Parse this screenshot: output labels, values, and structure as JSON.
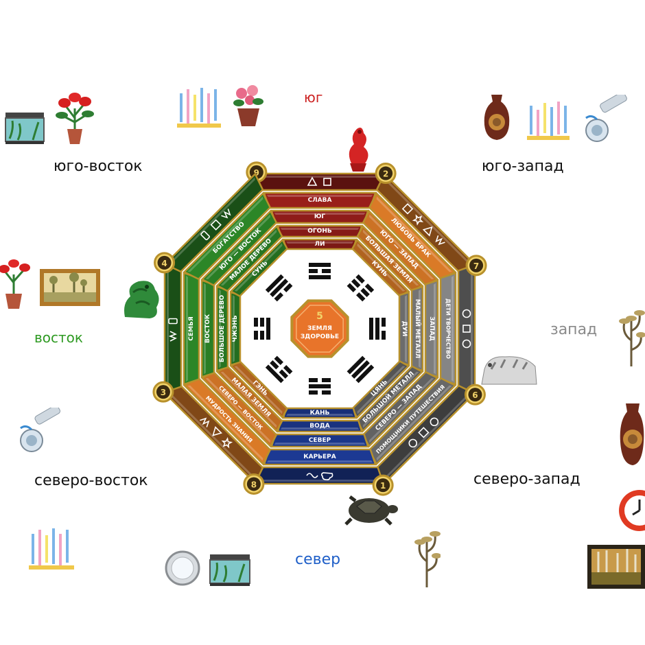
{
  "directions": {
    "south": "юг",
    "southeast": "юго-восток",
    "southwest": "юго-запад",
    "east": "восток",
    "west": "запад",
    "northeast": "северо-восток",
    "northwest": "северо-запад",
    "north": "север"
  },
  "center": {
    "number": "5",
    "line1": "ЗЕМЛЯ",
    "line2": "ЗДОРОВЬЕ"
  },
  "sectors": [
    {
      "id": "S",
      "number": "9",
      "color": "#a3211c",
      "bands": [
        "СЛАВА",
        "ЮГ",
        "ОГОНЬ",
        "ЛИ"
      ],
      "outer_symbols": [
        "triangle-icon",
        "square-icon"
      ]
    },
    {
      "id": "SW",
      "number": "2",
      "color": "#e8822a",
      "bands": [
        "ЛЮБОВЬ БРАК",
        "ЮГО — ЗАПАД",
        "БОЛЬШАЯ ЗЕМЛЯ",
        "КУНЬ"
      ],
      "outer_symbols": [
        "square-icon",
        "star-icon",
        "triangle-icon",
        "zigzag-icon"
      ]
    },
    {
      "id": "W",
      "number": "7",
      "color": "#8e8e8e",
      "bands": [
        "ДЕТИ ТВОРЧЕСТВО",
        "ЗАПАД",
        "МАЛЫЙ МЕТАЛЛ",
        "ДУИ"
      ],
      "outer_symbols": [
        "circle-icon",
        "square-icon",
        "circle-icon"
      ]
    },
    {
      "id": "NW",
      "number": "6",
      "color": "#6f6f6f",
      "bands": [
        "ПОМОЩНИКИ ПУТЕШЕСТВИЯ",
        "СЕВЕРО — ЗАПАД",
        "БОЛЬШОЙ МЕТАЛЛ",
        "ЦЯНЬ"
      ],
      "outer_symbols": [
        "circle-icon",
        "square-icon",
        "circle-icon"
      ]
    },
    {
      "id": "N",
      "number": "1",
      "color": "#1e3d9c",
      "bands": [
        "КАРЬЕРА",
        "СЕВЕР",
        "ВОДА",
        "КАНЬ"
      ],
      "outer_symbols": [
        "cloud-icon",
        "wave-icon"
      ]
    },
    {
      "id": "NE",
      "number": "8",
      "color": "#e8822a",
      "bands": [
        "МУДРОСТЬ ЗНАНИЯ",
        "СЕВЕРО — ВОСТОК",
        "МАЛАЯ ЗЕМЛЯ",
        "ГЭНЬ"
      ],
      "outer_symbols": [
        "star-icon",
        "triangle-icon",
        "zigzag-icon"
      ]
    },
    {
      "id": "E",
      "number": "3",
      "color": "#2f8f2a",
      "bands": [
        "СЕМЬЯ",
        "ВОСТОК",
        "БОЛЬШОЕ ДЕРЕВО",
        "ЧЖЭНЬ"
      ],
      "outer_symbols": [
        "zigzag-icon",
        "rectangle-icon"
      ]
    },
    {
      "id": "SE",
      "number": "4",
      "color": "#2f8f2a",
      "bands": [
        "БОГАТСТВО",
        "ЮГО — ВОСТОК",
        "МАЛОЕ ДЕРЕВО",
        "СУНЬ"
      ],
      "outer_symbols": [
        "rectangle-icon",
        "square-icon",
        "zigzag-icon"
      ]
    }
  ],
  "trigrams": [
    {
      "id": "S",
      "lines": [
        1,
        0,
        1
      ]
    },
    {
      "id": "SW",
      "lines": [
        0,
        0,
        0
      ]
    },
    {
      "id": "W",
      "lines": [
        0,
        1,
        1
      ]
    },
    {
      "id": "NW",
      "lines": [
        1,
        1,
        1
      ]
    },
    {
      "id": "N",
      "lines": [
        0,
        1,
        0
      ]
    },
    {
      "id": "NE",
      "lines": [
        1,
        0,
        0
      ]
    },
    {
      "id": "E",
      "lines": [
        0,
        0,
        1
      ]
    },
    {
      "id": "SE",
      "lines": [
        1,
        1,
        0
      ]
    }
  ],
  "palette": {
    "gold": "#b8912c",
    "gold_light": "#f2d36a",
    "number_bg": "#3a2a10",
    "center_fill": "#e8742a"
  },
  "objects": [
    "aquarium-icon",
    "anthurium-plant-icon",
    "candles-icon",
    "potted-rose-icon",
    "red-phoenix-statue-icon",
    "vase-icon",
    "water-faucet-icon",
    "framed-painting-icon",
    "jade-dragon-statue-icon",
    "metal-tree-sculpture-icon",
    "white-tiger-statue-icon",
    "wall-clock-icon",
    "turtle-statue-icon",
    "round-mirror-icon",
    "forest-painting-icon"
  ]
}
